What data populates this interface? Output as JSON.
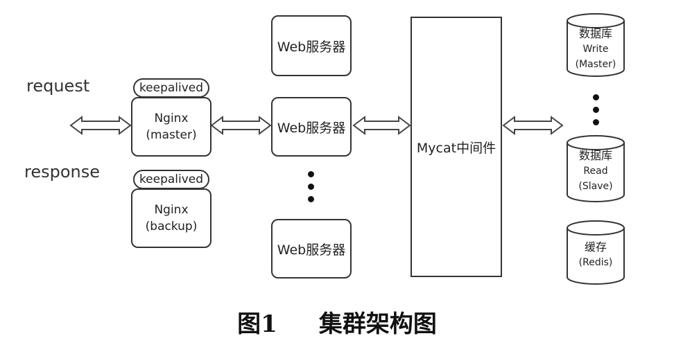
{
  "labels": {
    "request": "request",
    "response": "response"
  },
  "nginx_master": {
    "tag": "keepalived",
    "line1": "Nginx",
    "line2": "(master)"
  },
  "nginx_backup": {
    "tag": "keepalived",
    "line1": "Nginx",
    "line2": "(backup)"
  },
  "web_servers": [
    "Web服务器",
    "Web服务器",
    "Web服务器"
  ],
  "middleware": "Mycat中间件",
  "databases": [
    {
      "title": "数据库",
      "line1": "Write",
      "line2": "(Master)"
    },
    {
      "title": "数据库",
      "line1": "Read",
      "line2": "(Slave)"
    },
    {
      "title": "缓存",
      "line1": "(Redis)"
    }
  ],
  "caption": {
    "number": "图1",
    "title": "集群架构图"
  }
}
